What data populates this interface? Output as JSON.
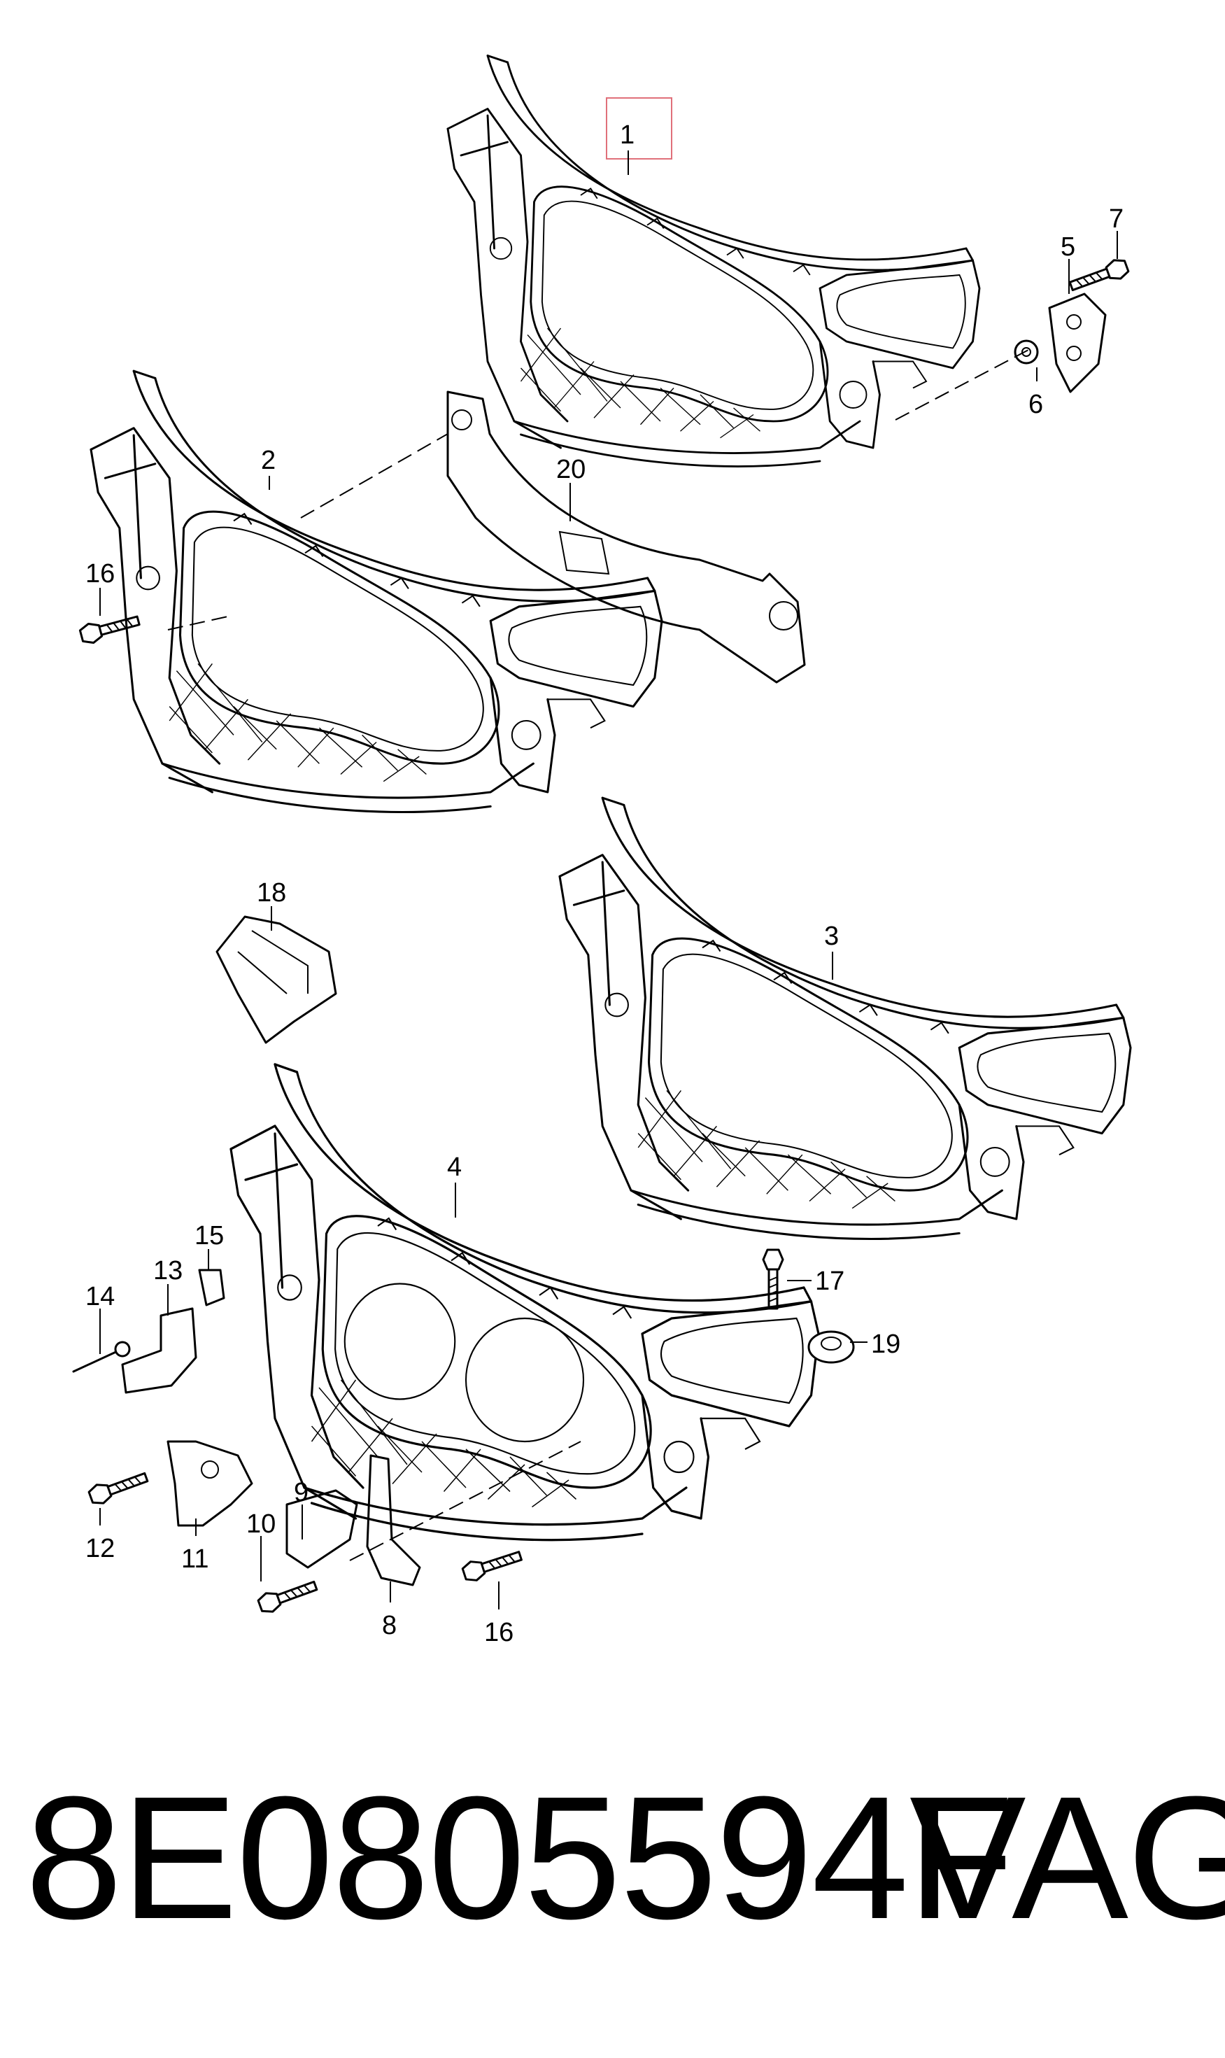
{
  "callouts": {
    "c1": "1",
    "c2": "2",
    "c3": "3",
    "c4": "4",
    "c5": "5",
    "c6": "6",
    "c7": "7",
    "c8": "8",
    "c9": "9",
    "c10": "10",
    "c11": "11",
    "c12": "12",
    "c13": "13",
    "c14": "14",
    "c15": "15",
    "c16a": "16",
    "c16b": "16",
    "c17": "17",
    "c18": "18",
    "c19": "19",
    "c20": "20"
  },
  "caption": {
    "part_number": "8E0805594F",
    "brand": "VAG"
  },
  "colors": {
    "highlight_box": "#e0707a",
    "ink": "#000000"
  }
}
